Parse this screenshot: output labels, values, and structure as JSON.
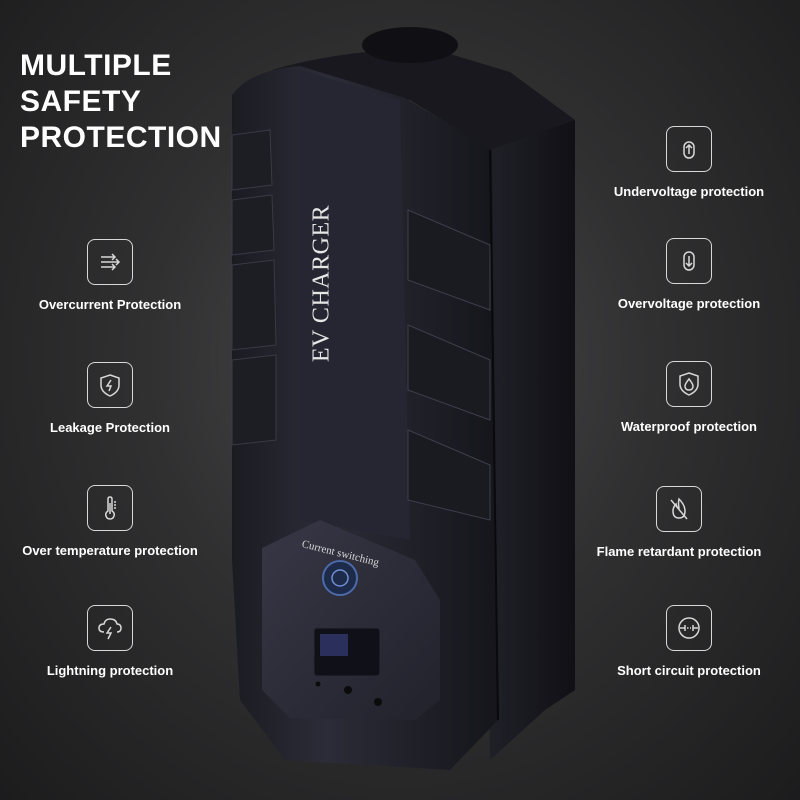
{
  "headline": {
    "line1": "MULTIPLE",
    "line2": "SAFETY",
    "line3": "PROTECTION"
  },
  "device": {
    "brand_text": "EV CHARGER",
    "switch_text": "Current switching"
  },
  "features_left": [
    {
      "label": "Overcurrent Protection",
      "icon": "arrows-right-icon"
    },
    {
      "label": "Leakage Protection",
      "icon": "shield-bolt-icon"
    },
    {
      "label": "Over temperature protection",
      "icon": "thermometer-icon"
    },
    {
      "label": "Lightning protection",
      "icon": "cloud-lightning-icon"
    }
  ],
  "features_right": [
    {
      "label": "Undervoltage protection",
      "icon": "arrow-up-icon"
    },
    {
      "label": "Overvoltage protection",
      "icon": "arrow-down-icon"
    },
    {
      "label": "Waterproof protection",
      "icon": "water-drop-shield-icon"
    },
    {
      "label": "Flame retardant protection",
      "icon": "no-flame-icon"
    },
    {
      "label": "Short circuit protection",
      "icon": "circuit-circle-icon"
    }
  ],
  "colors": {
    "background": "#303031",
    "device_body": "#24242c",
    "device_panel": "#2e2e3a",
    "text": "#ffffff",
    "icon_stroke": "#d8d8d8"
  }
}
